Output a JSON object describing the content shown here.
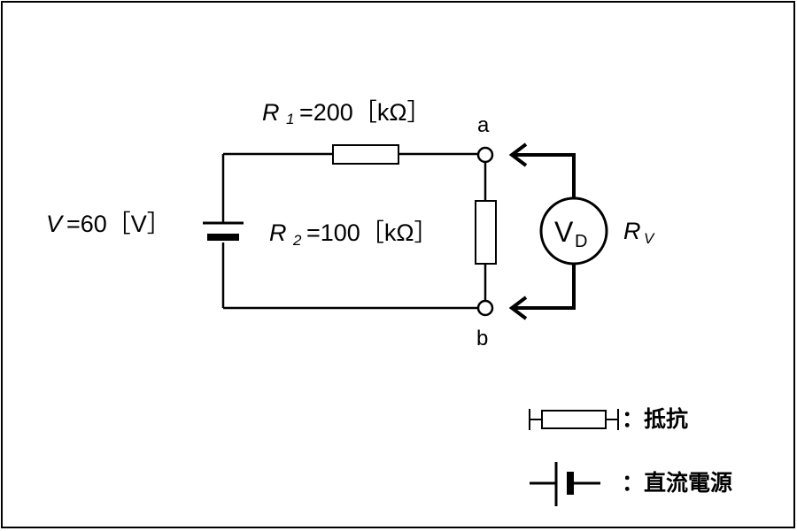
{
  "diagram": {
    "source": {
      "symbol": "V",
      "value_text": "=60［V］"
    },
    "r1": {
      "symbol": "R",
      "subscript": "1",
      "value_text": "=200［kΩ］"
    },
    "r2": {
      "symbol": "R",
      "subscript": "2",
      "value_text": "=100［kΩ］"
    },
    "terminals": {
      "a": "a",
      "b": "b"
    },
    "voltmeter": {
      "symbol": "V",
      "subscript": "D",
      "resistance_symbol": "R",
      "resistance_subscript": "V"
    },
    "legend": {
      "resistor_label": "：抵抗",
      "dc_source_label": "：直流電源"
    }
  }
}
